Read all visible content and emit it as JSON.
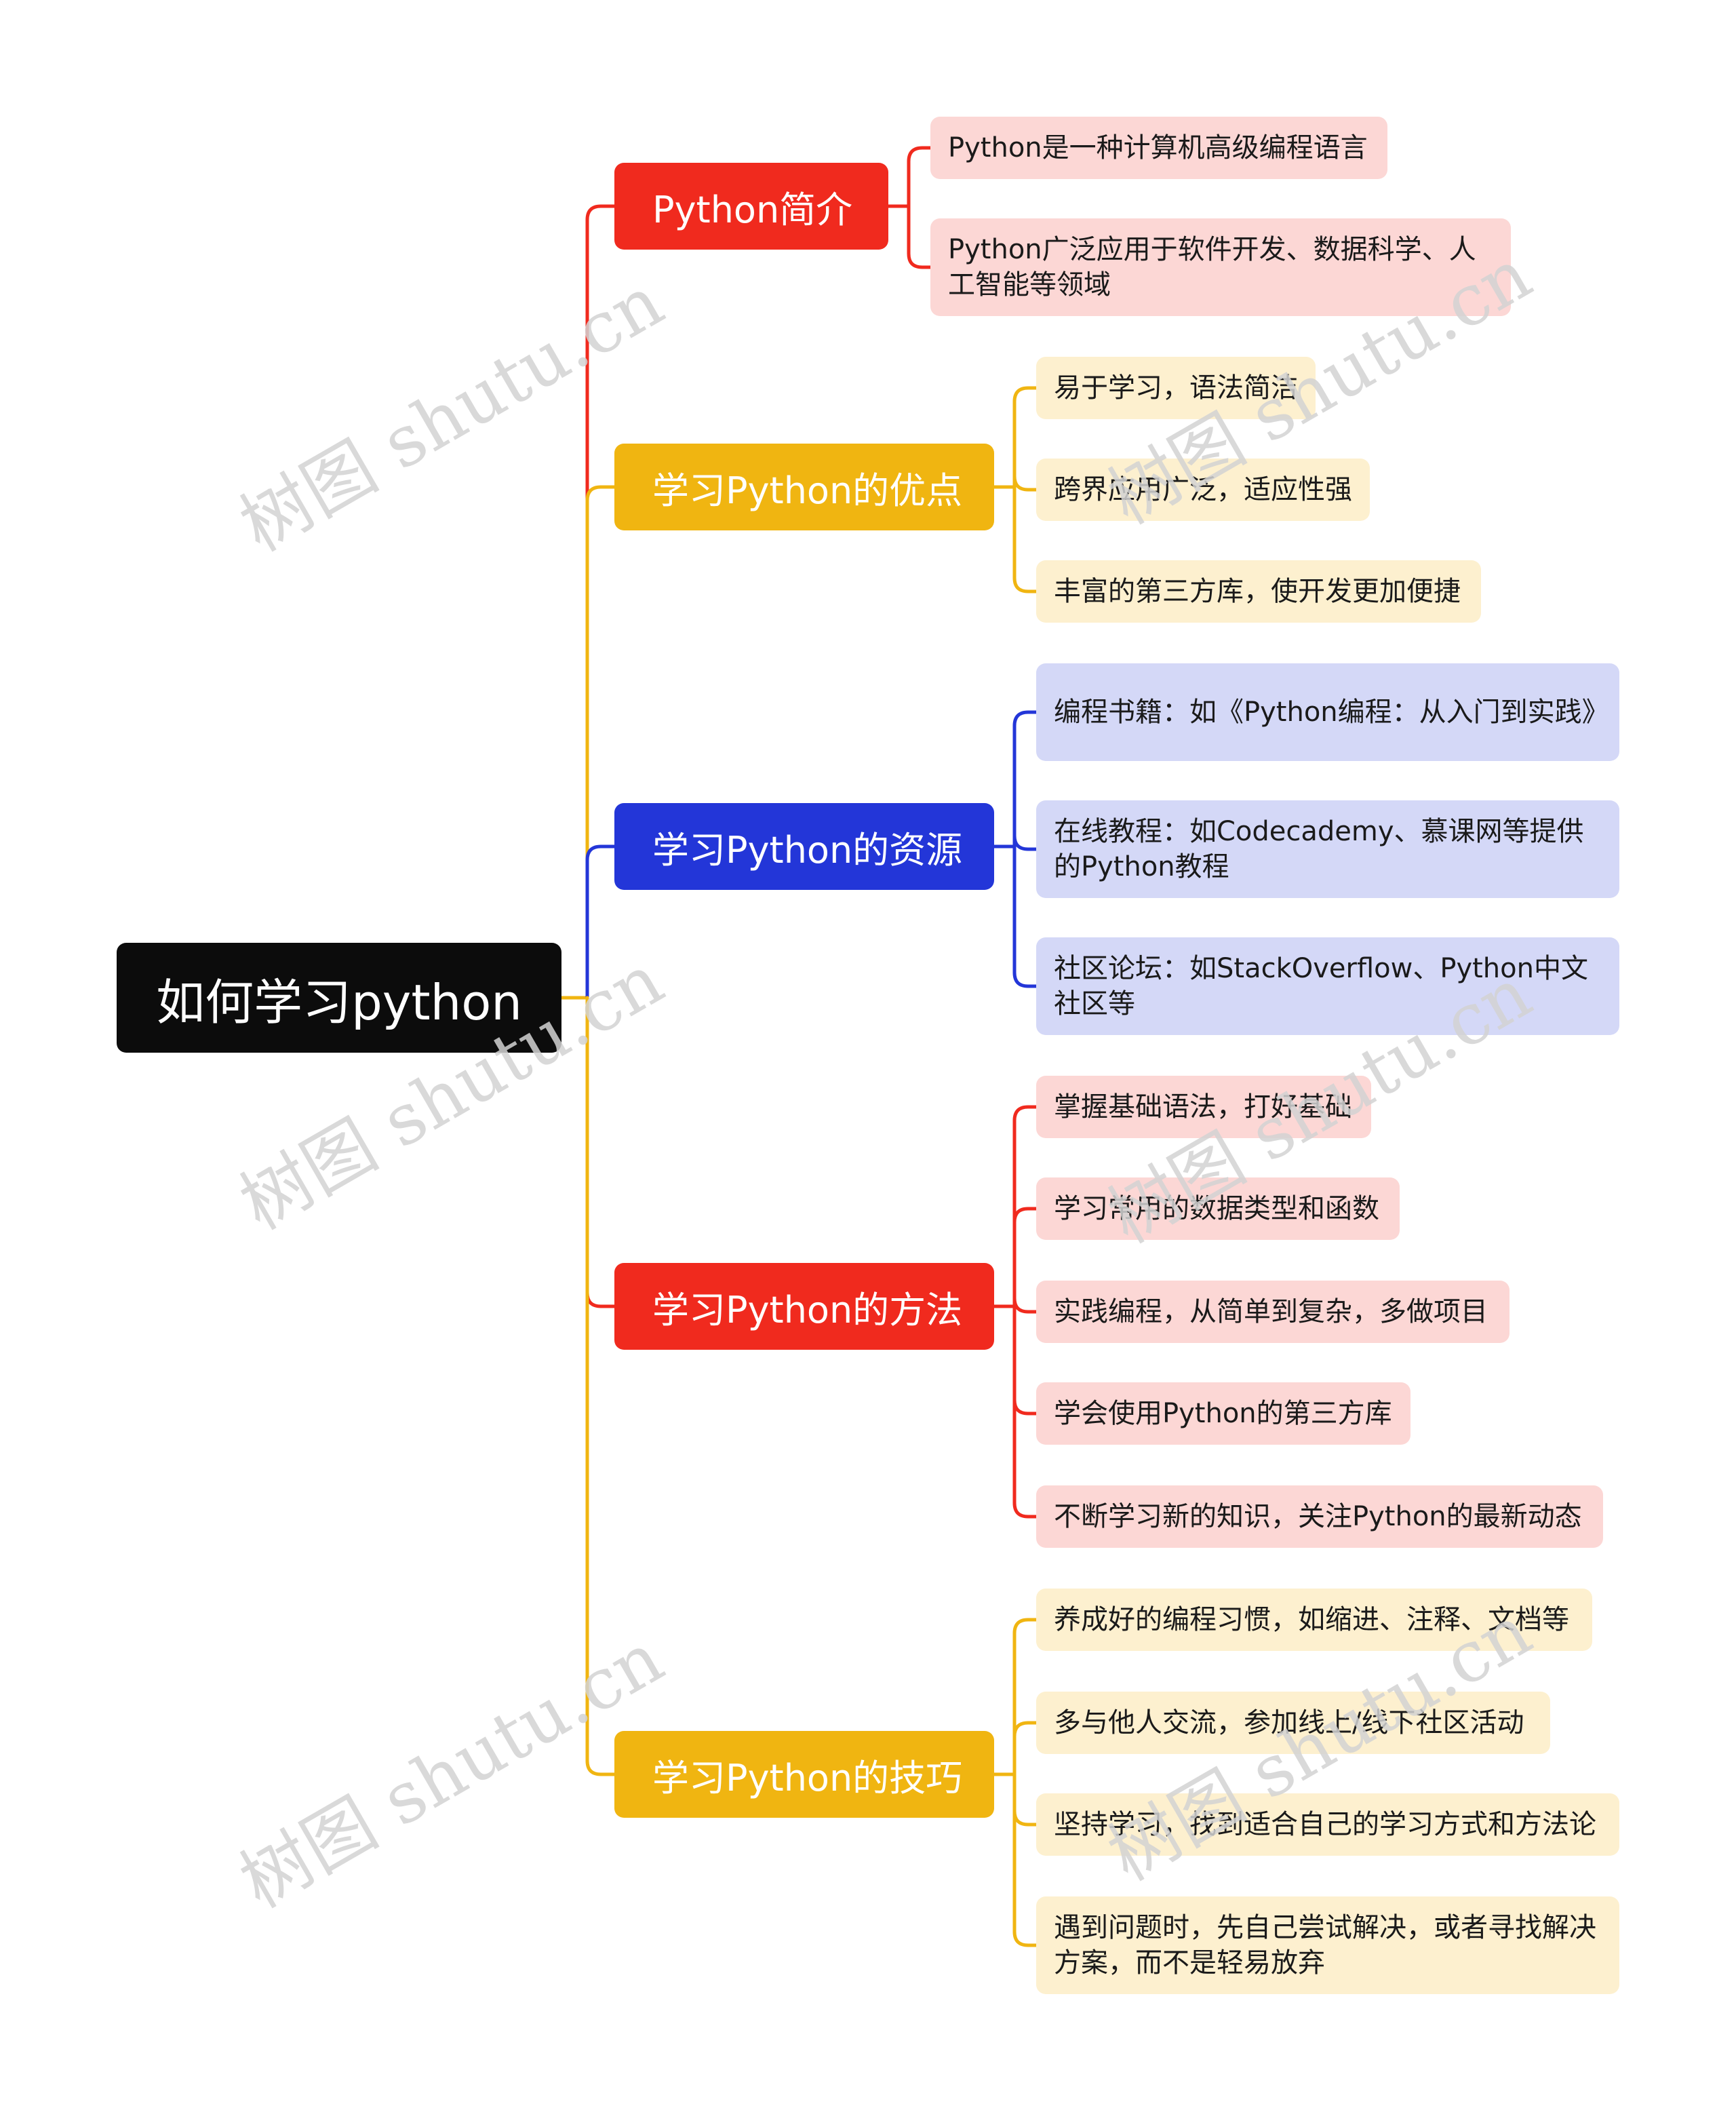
{
  "root": {
    "label": "如何学习python",
    "color": "#0c0c0c"
  },
  "branches": [
    {
      "label": "Python简介",
      "color": "#f02a1e",
      "leaf_color": "#fcd7d5",
      "leaves": [
        "Python是一种计算机高级编程语言",
        "Python广泛应用于软件开发、数据科学、人工智能等领域"
      ]
    },
    {
      "label": "学习Python的优点",
      "color": "#f0b511",
      "leaf_color": "#fdf0cf",
      "leaves": [
        "易于学习，语法简洁",
        "跨界应用广泛，适应性强",
        "丰富的第三方库，使开发更加便捷"
      ]
    },
    {
      "label": "学习Python的资源",
      "color": "#2336d8",
      "leaf_color": "#d4d8f7",
      "leaves": [
        "编程书籍：如《Python编程：从入门到实践》",
        "在线教程：如Codecademy、慕课网等提供的Python教程",
        "社区论坛：如StackOverflow、Python中文社区等"
      ]
    },
    {
      "label": "学习Python的方法",
      "color": "#f02a1e",
      "leaf_color": "#fcd7d5",
      "leaves": [
        "掌握基础语法，打好基础",
        "学习常用的数据类型和函数",
        "实践编程，从简单到复杂，多做项目",
        "学会使用Python的第三方库",
        "不断学习新的知识，关注Python的最新动态"
      ]
    },
    {
      "label": "学习Python的技巧",
      "color": "#f0b511",
      "leaf_color": "#fdf0cf",
      "leaves": [
        "养成好的编程习惯，如缩进、注释、文档等",
        "多与他人交流，参加线上/线下社区活动",
        "坚持学习，找到适合自己的学习方式和方法论",
        "遇到问题时，先自己尝试解决，或者寻找解决方案，而不是轻易放弃"
      ]
    }
  ],
  "watermark": "树图 shutu.cn"
}
